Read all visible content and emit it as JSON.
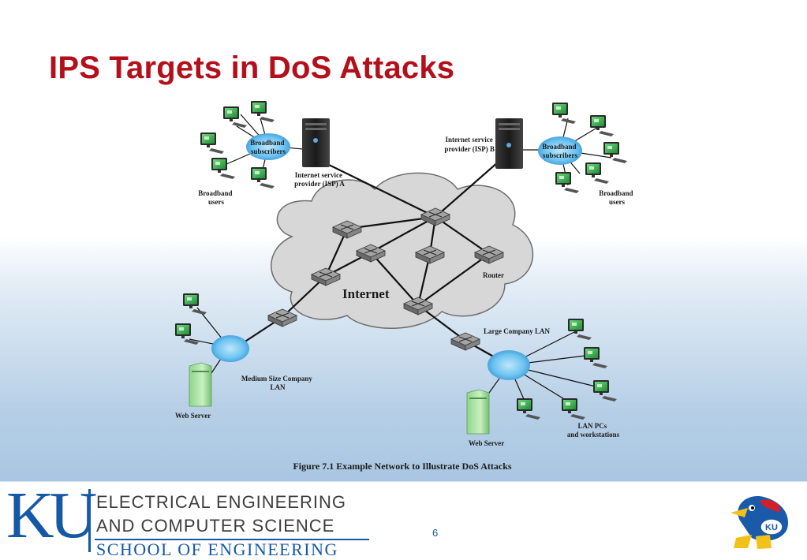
{
  "slide": {
    "title": "IPS Targets in DoS Attacks",
    "page_number": "6"
  },
  "diagram": {
    "labels": {
      "bb_subscribers_left": [
        "Broadband",
        "subscribers"
      ],
      "bb_users_left": [
        "Broadband",
        "users"
      ],
      "isp_a": [
        "Internet service",
        "provider (ISP) A"
      ],
      "isp_b": [
        "Internet service",
        "provider (ISP) B"
      ],
      "bb_subscribers_right": [
        "Broadband",
        "subscribers"
      ],
      "bb_users_right": [
        "Broadband",
        "users"
      ],
      "internet": "Internet",
      "router": "Router",
      "large_company_lan": "Large Company LAN",
      "medium_company_lan": [
        "Medium Size Company",
        "LAN"
      ],
      "web_server_left": "Web Server",
      "web_server_right": "Web Server",
      "lan_pcs": [
        "LAN PCs",
        "and workstations"
      ]
    },
    "caption": "Figure 7.1 Example Network to Illustrate DoS Attacks"
  },
  "footer": {
    "logo_text": "KU",
    "line1": "ELECTRICAL ENGINEERING",
    "line2": "AND COMPUTER SCIENCE",
    "line3": "SCHOOL OF ENGINEERING"
  },
  "colors": {
    "title": "#b3101b",
    "ku_blue": "#1458a6",
    "monitor_screen": "#34a84a",
    "cloud_blue": "#5bb8ee"
  }
}
